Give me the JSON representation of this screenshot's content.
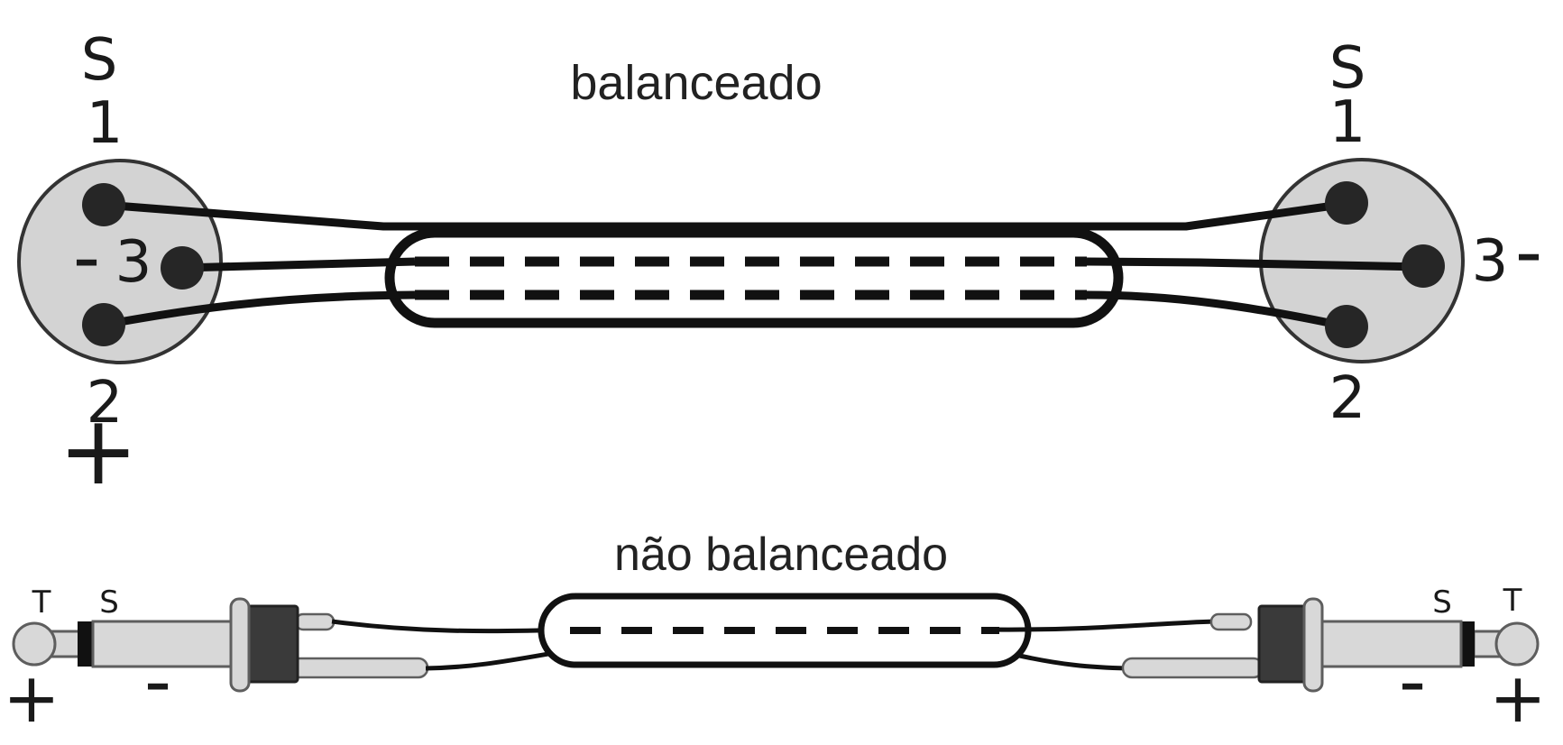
{
  "balanced": {
    "title": "balanceado",
    "left_xlr": {
      "shield_label": "S",
      "pin1_label": "1",
      "pin2_label": "2",
      "pin3_label": "3",
      "pin3_sign": "-",
      "pin2_sign": "+"
    },
    "right_xlr": {
      "shield_label": "S",
      "pin1_label": "1",
      "pin2_label": "2",
      "pin3_label": "3",
      "pin3_sign": "-"
    }
  },
  "unbalanced": {
    "title": "não balanceado",
    "left_plug": {
      "tip_label": "T",
      "sleeve_label": "S",
      "tip_sign": "+",
      "sleeve_sign": "-"
    },
    "right_plug": {
      "tip_label": "T",
      "sleeve_label": "S",
      "tip_sign": "+",
      "sleeve_sign": "-"
    }
  },
  "colors": {
    "background": "#ffffff",
    "line": "#111111",
    "xlr_fill": "#d3d3d3",
    "xlr_stroke": "#333333",
    "pin_fill": "#262626",
    "plug_metal_fill": "#d8d8d8",
    "plug_metal_stroke": "#5e5e5e",
    "plug_body_fill": "#3a3a3a",
    "label_color": "#1a1a1a"
  }
}
